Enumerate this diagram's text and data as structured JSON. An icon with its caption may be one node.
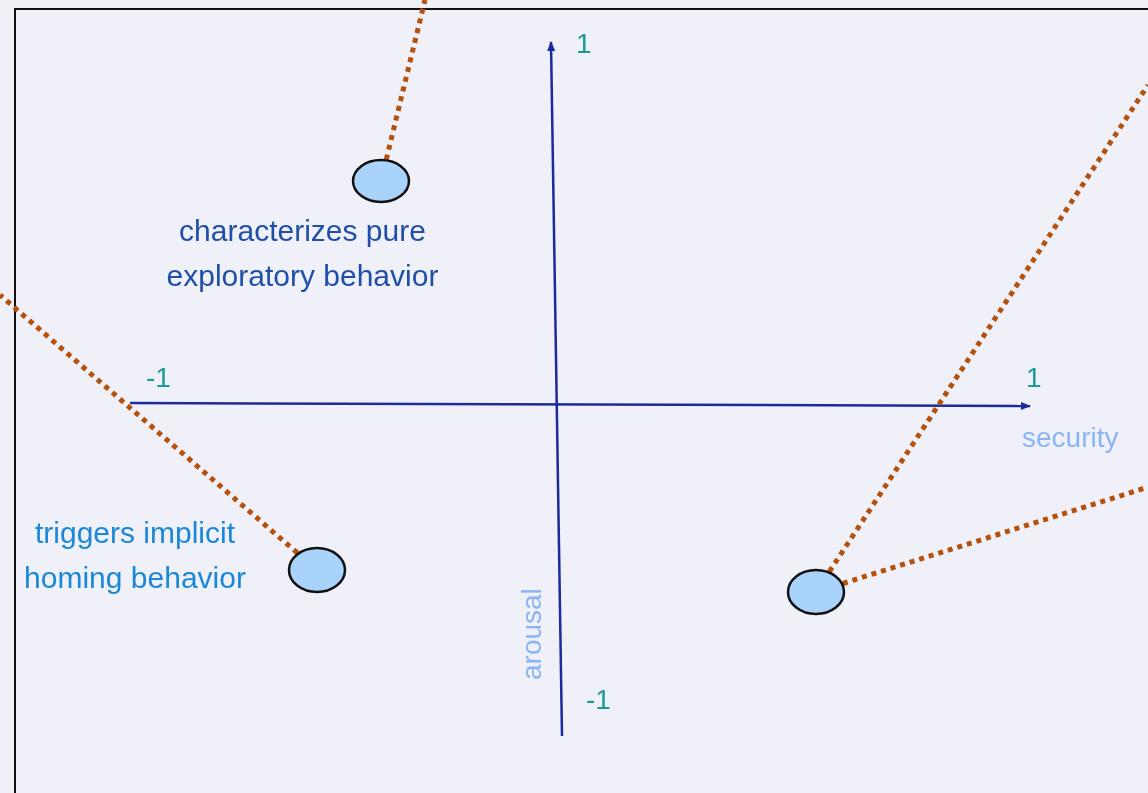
{
  "diagram": {
    "nodes": [
      {
        "text": [],
        "shape": "circle",
        "beside": [
          "characterizes pure exploratory behavior"
        ]
      },
      {
        "text": [],
        "shape": "circle",
        "beside": [
          "triggers implicit homing behavior"
        ]
      },
      {
        "text": [],
        "shape": "circle"
      }
    ],
    "edges": [
      {
        "from": 0,
        "to": null,
        "arrow": "none",
        "style": "dashed"
      },
      {
        "from": 1,
        "to": null,
        "arrow": "none",
        "style": "dashed"
      },
      {
        "from": 2,
        "to": null,
        "arrow": "none",
        "style": "dashed"
      },
      {
        "from": 2,
        "to": null,
        "arrow": "none",
        "style": "dashed"
      }
    ],
    "labels": [
      "1",
      "-1",
      "1",
      "security",
      "arousal",
      "-1"
    ]
  }
}
